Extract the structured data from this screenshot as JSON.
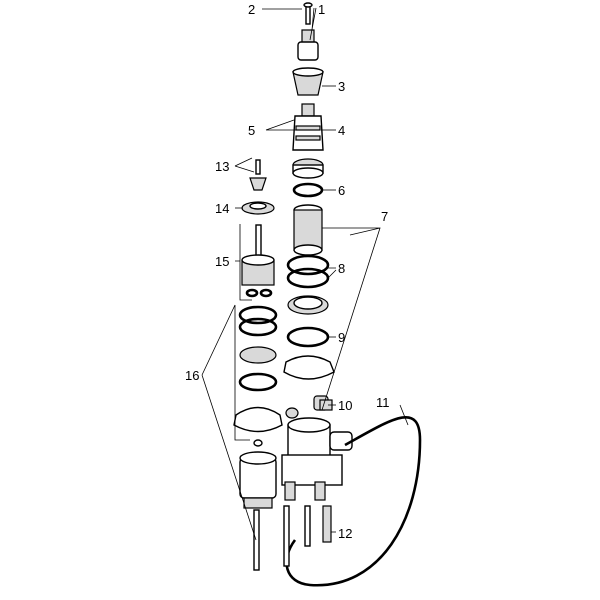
{
  "diagram": {
    "type": "exploded parts diagram",
    "callouts": [
      "1",
      "2",
      "3",
      "4",
      "5",
      "6",
      "7",
      "8",
      "9",
      "10",
      "11",
      "12",
      "13",
      "14",
      "15",
      "16"
    ]
  }
}
